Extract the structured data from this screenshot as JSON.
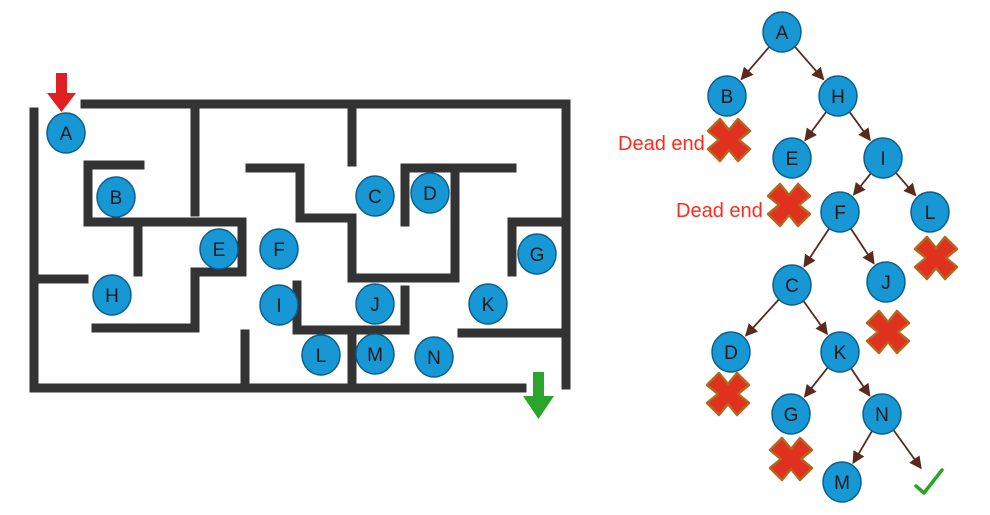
{
  "colors": {
    "node_fill": "#1897d5",
    "node_stroke": "#0b5f8c",
    "wall": "#333333",
    "tree_edge": "#5a2a1c",
    "cross_fill": "#e0301e",
    "cross_stroke": "#b5651d",
    "dead_end_text": "#ff2a1a",
    "start_arrow": "#e02020",
    "exit_arrow": "#2aa52a",
    "check": "#2aa52a"
  },
  "maze": {
    "nodes": [
      "A",
      "B",
      "C",
      "D",
      "E",
      "F",
      "G",
      "H",
      "I",
      "J",
      "K",
      "L",
      "M",
      "N"
    ],
    "start_label": "start-arrow",
    "exit_label": "exit-arrow"
  },
  "tree": {
    "nodes": [
      "A",
      "B",
      "H",
      "E",
      "I",
      "F",
      "L",
      "C",
      "J",
      "D",
      "K",
      "G",
      "N",
      "M"
    ],
    "edges": [
      [
        "A",
        "B"
      ],
      [
        "A",
        "H"
      ],
      [
        "H",
        "E"
      ],
      [
        "H",
        "I"
      ],
      [
        "I",
        "F"
      ],
      [
        "I",
        "L"
      ],
      [
        "F",
        "C"
      ],
      [
        "F",
        "J"
      ],
      [
        "C",
        "D"
      ],
      [
        "C",
        "K"
      ],
      [
        "K",
        "G"
      ],
      [
        "K",
        "N"
      ],
      [
        "N",
        "M"
      ],
      [
        "N",
        "goal"
      ]
    ],
    "dead_end_labels": [
      "Dead end",
      "Dead end"
    ],
    "dead_end_nodes": [
      "B",
      "E",
      "L",
      "J",
      "D",
      "G"
    ],
    "goal_icon": "check-icon"
  }
}
